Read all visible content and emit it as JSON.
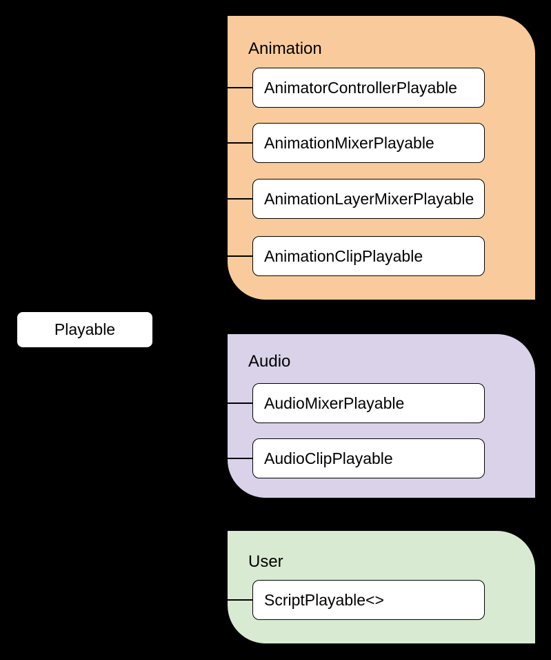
{
  "diagram": {
    "background_color": "#000000",
    "node_fill": "#ffffff",
    "line_color": "#000000",
    "root": {
      "label": "Playable"
    },
    "groups": [
      {
        "label": "Animation",
        "color": "#F9CB9C",
        "items": [
          "AnimatorControllerPlayable",
          "AnimationMixerPlayable",
          "AnimationLayerMixerPlayable",
          "AnimationClipPlayable"
        ]
      },
      {
        "label": "Audio",
        "color": "#D9D2E9",
        "items": [
          "AudioMixerPlayable",
          "AudioClipPlayable"
        ]
      },
      {
        "label": "User",
        "color": "#D9EAD3",
        "items": [
          "ScriptPlayable<>"
        ]
      }
    ]
  }
}
